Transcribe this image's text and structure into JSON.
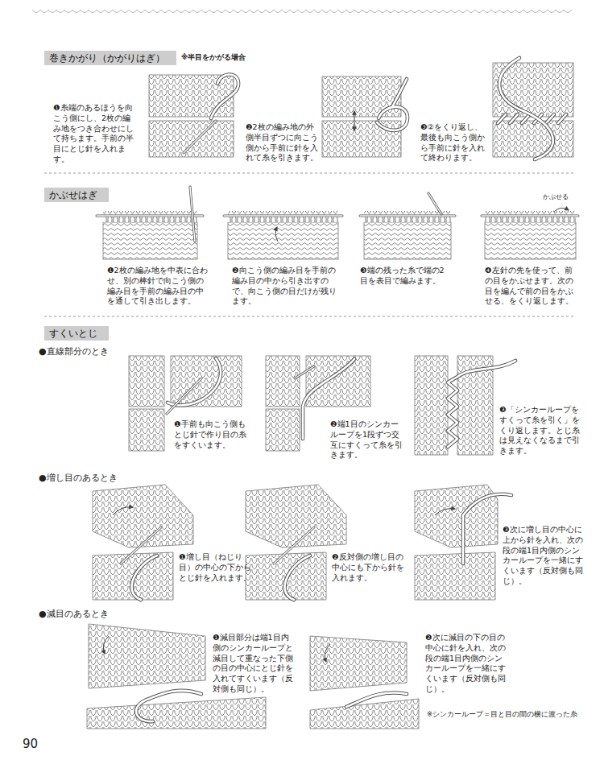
{
  "diagram": {
    "nodes": [
      {
        "text": [
          "巻きかがり（かがりはぎ）"
        ]
      },
      {
        "text": [
          "かぶせはぎ"
        ]
      },
      {
        "text": [
          "すくいとじ"
        ]
      }
    ],
    "labels": [
      "※半目をかがる場合",
      "❶糸端のあるほうを向こう側にし、2枚の編み地をつき合わせにして持ちます。手前の半目にとじ針を入れます。",
      "❷2枚の編み地の外側半目ずつに向こう側から手前に針を入れて糸を引きます。",
      "❸②をくり返し、最後も向こう側から手前に針を入れて終わります。",
      "かぶせる",
      "❶2枚の編み地を中表に合わせ、別の棒針で向こう側の編み目を手前の編み目の中を通して引き出します。",
      "❷向こう側の編み目を手前の編み目の中から引き出すので、向こう側の目だけが残ります。",
      "❸端の残った糸で端の2目を表目で編みます。",
      "❹左針の先を使って、前の目をかぶせます。次の目を編んで前の目をかぶせる、をくり返します。",
      "●直線部分のとき",
      "❶手前も向こう側もとじ針で作り目の糸をすくいます。",
      "❷端1目のシンカーループを1段ずつ交互にすくって糸を引きます。",
      "❸「シンカーループをすくって糸を引く」をくり返します。とじ糸は見えなくなるまで引きます。",
      "●増し目のあるとき",
      "❶増し目（ねじり目）の中心の下からとじ針を入れます。",
      "❷反対側の増し目の中心にも下から針を入れます。",
      "❸次に増し目の中心に上から針を入れ、次の段の端1目内側のシンカーループを一緒にすくいます（反対側も同じ）。",
      "●減目のあるとき",
      "❶減目部分は端1目内側のシンカーループと減目して重なった下側の目の中心にとじ針を入れてすくいます（反対側も同じ）。",
      "❷次に減目の下の目の中心に針を入れ、次の段の端1目内側のシンカーループを一緒にすくいます（反対側も同じ）。",
      "※シンカーループ＝目と目の間の横に渡った糸",
      "90"
    ]
  }
}
